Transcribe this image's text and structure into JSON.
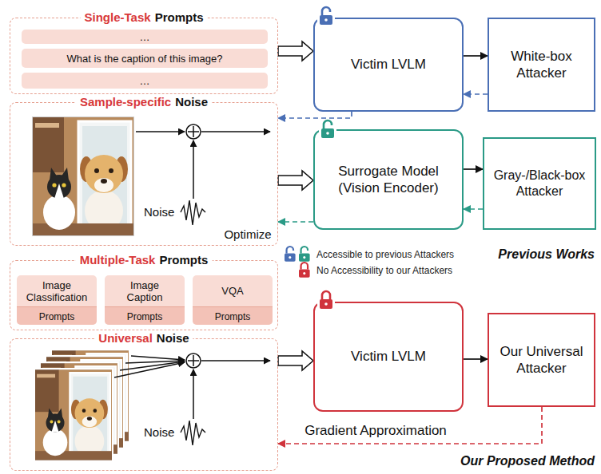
{
  "diagram": {
    "nodes": [
      {
        "text": [
          "Single-Task",
          "Prompts"
        ]
      },
      {
        "text": [
          "…"
        ],
        "in": 0
      },
      {
        "text": [
          "What is the caption of this image?"
        ],
        "in": 0
      },
      {
        "text": [
          "…"
        ],
        "in": 0
      },
      {
        "text": [
          "Sample-specific",
          "Noise"
        ]
      },
      {
        "text": [
          "Victim LVLM"
        ]
      },
      {
        "text": [
          "White-box Attacker"
        ]
      },
      {
        "text": [
          "Surrogate Model (Vision Encoder)"
        ]
      },
      {
        "text": [
          "Gray-/Black-box Attacker"
        ]
      },
      {
        "text": [
          "Multiple-Task",
          "Prompts"
        ]
      },
      {
        "text": [
          "Image Classification",
          "Prompts"
        ],
        "in": 9
      },
      {
        "text": [
          "Image Caption",
          "Prompts"
        ],
        "in": 9
      },
      {
        "text": [
          "VQA",
          "Prompts"
        ],
        "in": 9
      },
      {
        "text": [
          "Universal",
          "Noise"
        ]
      },
      {
        "text": [
          "Victim LVLM"
        ]
      },
      {
        "text": [
          "Our Universal Attacker"
        ]
      }
    ],
    "edges": [
      {
        "from": 0,
        "to": 5,
        "arrow": "to"
      },
      {
        "from": 4,
        "to": 7,
        "arrow": "to"
      },
      {
        "from": 5,
        "to": 6,
        "arrow": "to"
      },
      {
        "from": 6,
        "to": 5,
        "arrow": "to"
      },
      {
        "from": 7,
        "to": 8,
        "arrow": "to"
      },
      {
        "from": 8,
        "to": 7,
        "arrow": "to"
      },
      {
        "from": 5,
        "to": 4,
        "arrow": "to"
      },
      {
        "from": 7,
        "to": 4,
        "arrow": "to",
        "label": "Optimize"
      },
      {
        "from": 13,
        "to": 14,
        "arrow": "to"
      },
      {
        "from": 14,
        "to": 15,
        "arrow": "to"
      },
      {
        "from": 15,
        "to": 13,
        "arrow": "to",
        "label": "Gradient Approximation"
      }
    ],
    "labels": [
      "Noise",
      "Noise",
      "Previous Works",
      "Our Proposed Method"
    ],
    "legend": [
      {
        "text": "Accessible to previous Attackers"
      },
      {
        "text": "No Accessibility to our Attackers"
      }
    ]
  }
}
